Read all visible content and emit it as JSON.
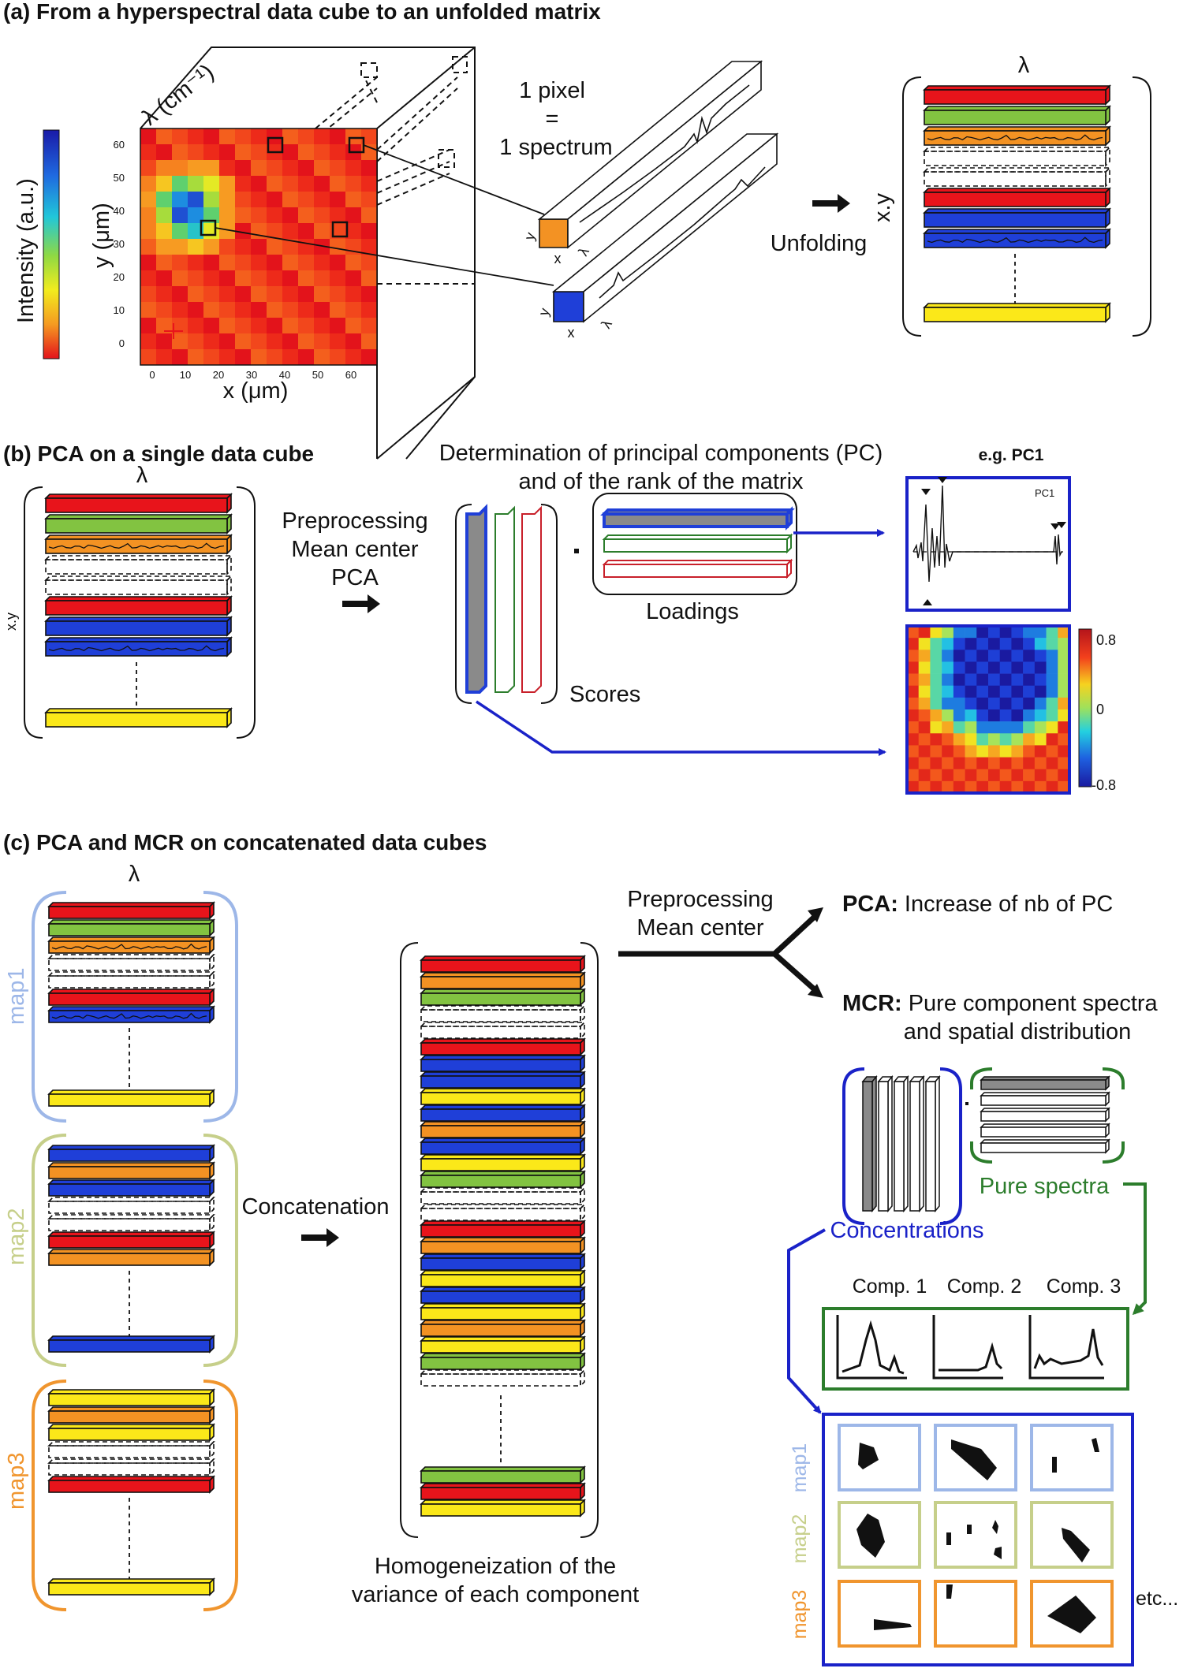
{
  "panel_a": {
    "title": "(a) From a hyperspectral data cube to an unfolded matrix",
    "colorbar_label": "Intensity (a.u.)",
    "cube_depth_label": "λ (cm⁻¹)",
    "y_axis_label": "y (μm)",
    "x_axis_label": "x (μm)",
    "y_ticks": [
      "0",
      "10",
      "20",
      "30",
      "40",
      "50",
      "60"
    ],
    "x_ticks": [
      "0",
      "10",
      "20",
      "30",
      "40",
      "50",
      "60"
    ],
    "pixel_text_1": "1 pixel",
    "pixel_text_2": "=",
    "pixel_text_3": "1 spectrum",
    "axis_x": "x",
    "axis_y": "y",
    "axis_lambda": "λ",
    "unfolding_label": "Unfolding",
    "matrix_top_label": "λ",
    "matrix_side_label": "x.y"
  },
  "panel_b": {
    "title": "(b) PCA on a single data cube",
    "matrix_top_label": "λ",
    "matrix_side_label": "x.y",
    "preprocessing": "Preprocessing",
    "mean_center": "Mean center",
    "pca": "PCA",
    "determination_line1": "Determination of principal components (PC)",
    "determination_line2": "and of the rank of the matrix",
    "loadings_label": "Loadings",
    "scores_label": "Scores",
    "example_label": "e.g. PC1",
    "pc1_label": "PC1",
    "colorbar_ticks": [
      "0.8",
      "0",
      "-0.8"
    ]
  },
  "panel_c": {
    "title": "(c) PCA and MCR on concatenated data cubes",
    "matrix_top_label": "λ",
    "map_labels": [
      "map1",
      "map2",
      "map3"
    ],
    "concatenation": "Concatenation",
    "preprocessing": "Preprocessing",
    "mean_center": "Mean center",
    "pca_bold": "PCA:",
    "pca_text": "Increase of nb of PC",
    "mcr_bold": "MCR:",
    "mcr_text_1": "Pure component spectra",
    "mcr_text_2": "and spatial distribution",
    "pure_spectra": "Pure spectra",
    "concentrations": "Concentrations",
    "components": [
      "Comp. 1",
      "Comp. 2",
      "Comp. 3"
    ],
    "homog_1": "Homogeneization of the",
    "homog_2": "variance of each component",
    "etc": "etc..."
  },
  "colors": {
    "red": "#e8141b",
    "green": "#82c341",
    "orange": "#f39223",
    "blue": "#1f3fd8",
    "yellow": "#fbe819",
    "gray": "#8a8a8a",
    "map1": "#9db7e8",
    "map2": "#c6cf8a",
    "map3": "#f0952e",
    "dark_green": "#2c7d2c",
    "frame_blue": "#1a22c8"
  }
}
